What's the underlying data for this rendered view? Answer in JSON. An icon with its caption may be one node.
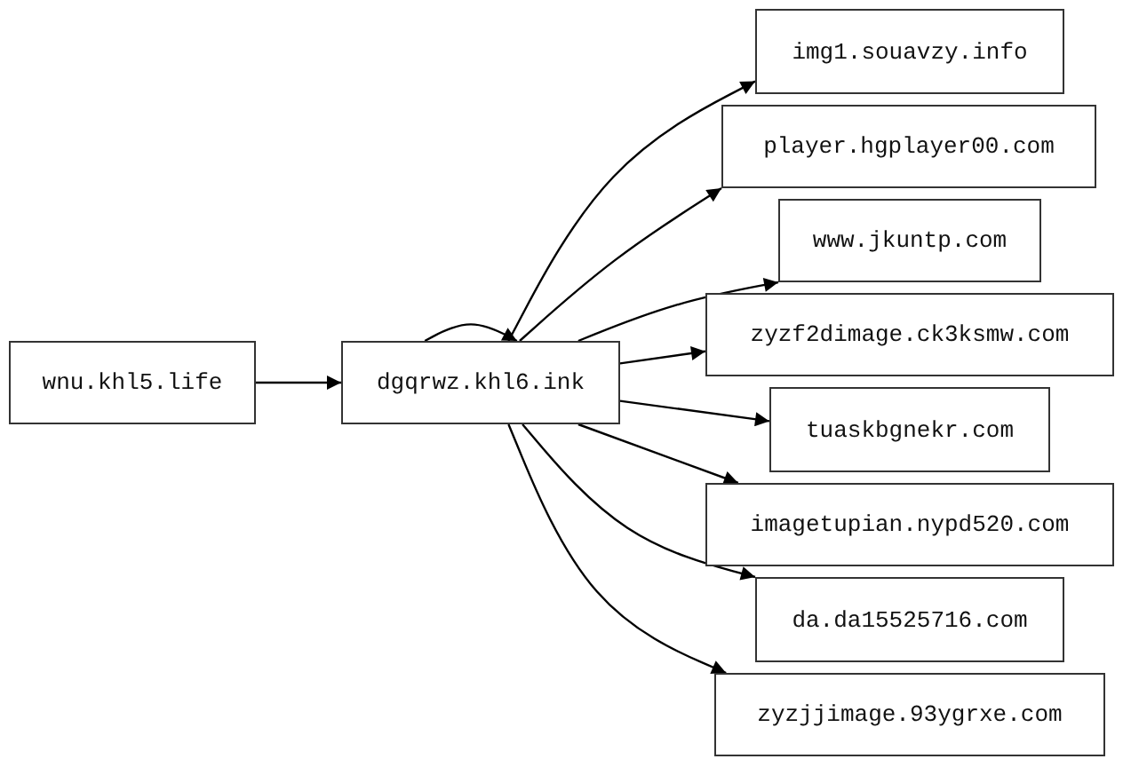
{
  "diagram": {
    "nodes": [
      {
        "text": [
          "wnu.khl5.life"
        ]
      },
      {
        "text": [
          "dgqrwz.khl6.ink"
        ]
      },
      {
        "text": [
          "img1.souavzy.info"
        ]
      },
      {
        "text": [
          "player.hgplayer00.com"
        ]
      },
      {
        "text": [
          "www.jkuntp.com"
        ]
      },
      {
        "text": [
          "zyzf2dimage.ck3ksmw.com"
        ]
      },
      {
        "text": [
          "tuaskbgnekr.com"
        ]
      },
      {
        "text": [
          "imagetupian.nypd520.com"
        ]
      },
      {
        "text": [
          "da.da15525716.com"
        ]
      },
      {
        "text": [
          "zyzjjimage.93ygrxe.com"
        ]
      }
    ],
    "edges": [
      {
        "from": 0,
        "to": 1,
        "arrow": "to"
      },
      {
        "from": 1,
        "to": 1,
        "arrow": "to"
      },
      {
        "from": 1,
        "to": 2,
        "arrow": "to"
      },
      {
        "from": 1,
        "to": 3,
        "arrow": "to"
      },
      {
        "from": 1,
        "to": 4,
        "arrow": "to"
      },
      {
        "from": 1,
        "to": 5,
        "arrow": "to"
      },
      {
        "from": 1,
        "to": 6,
        "arrow": "to"
      },
      {
        "from": 1,
        "to": 7,
        "arrow": "to"
      },
      {
        "from": 1,
        "to": 8,
        "arrow": "to"
      },
      {
        "from": 1,
        "to": 9,
        "arrow": "to"
      }
    ]
  }
}
